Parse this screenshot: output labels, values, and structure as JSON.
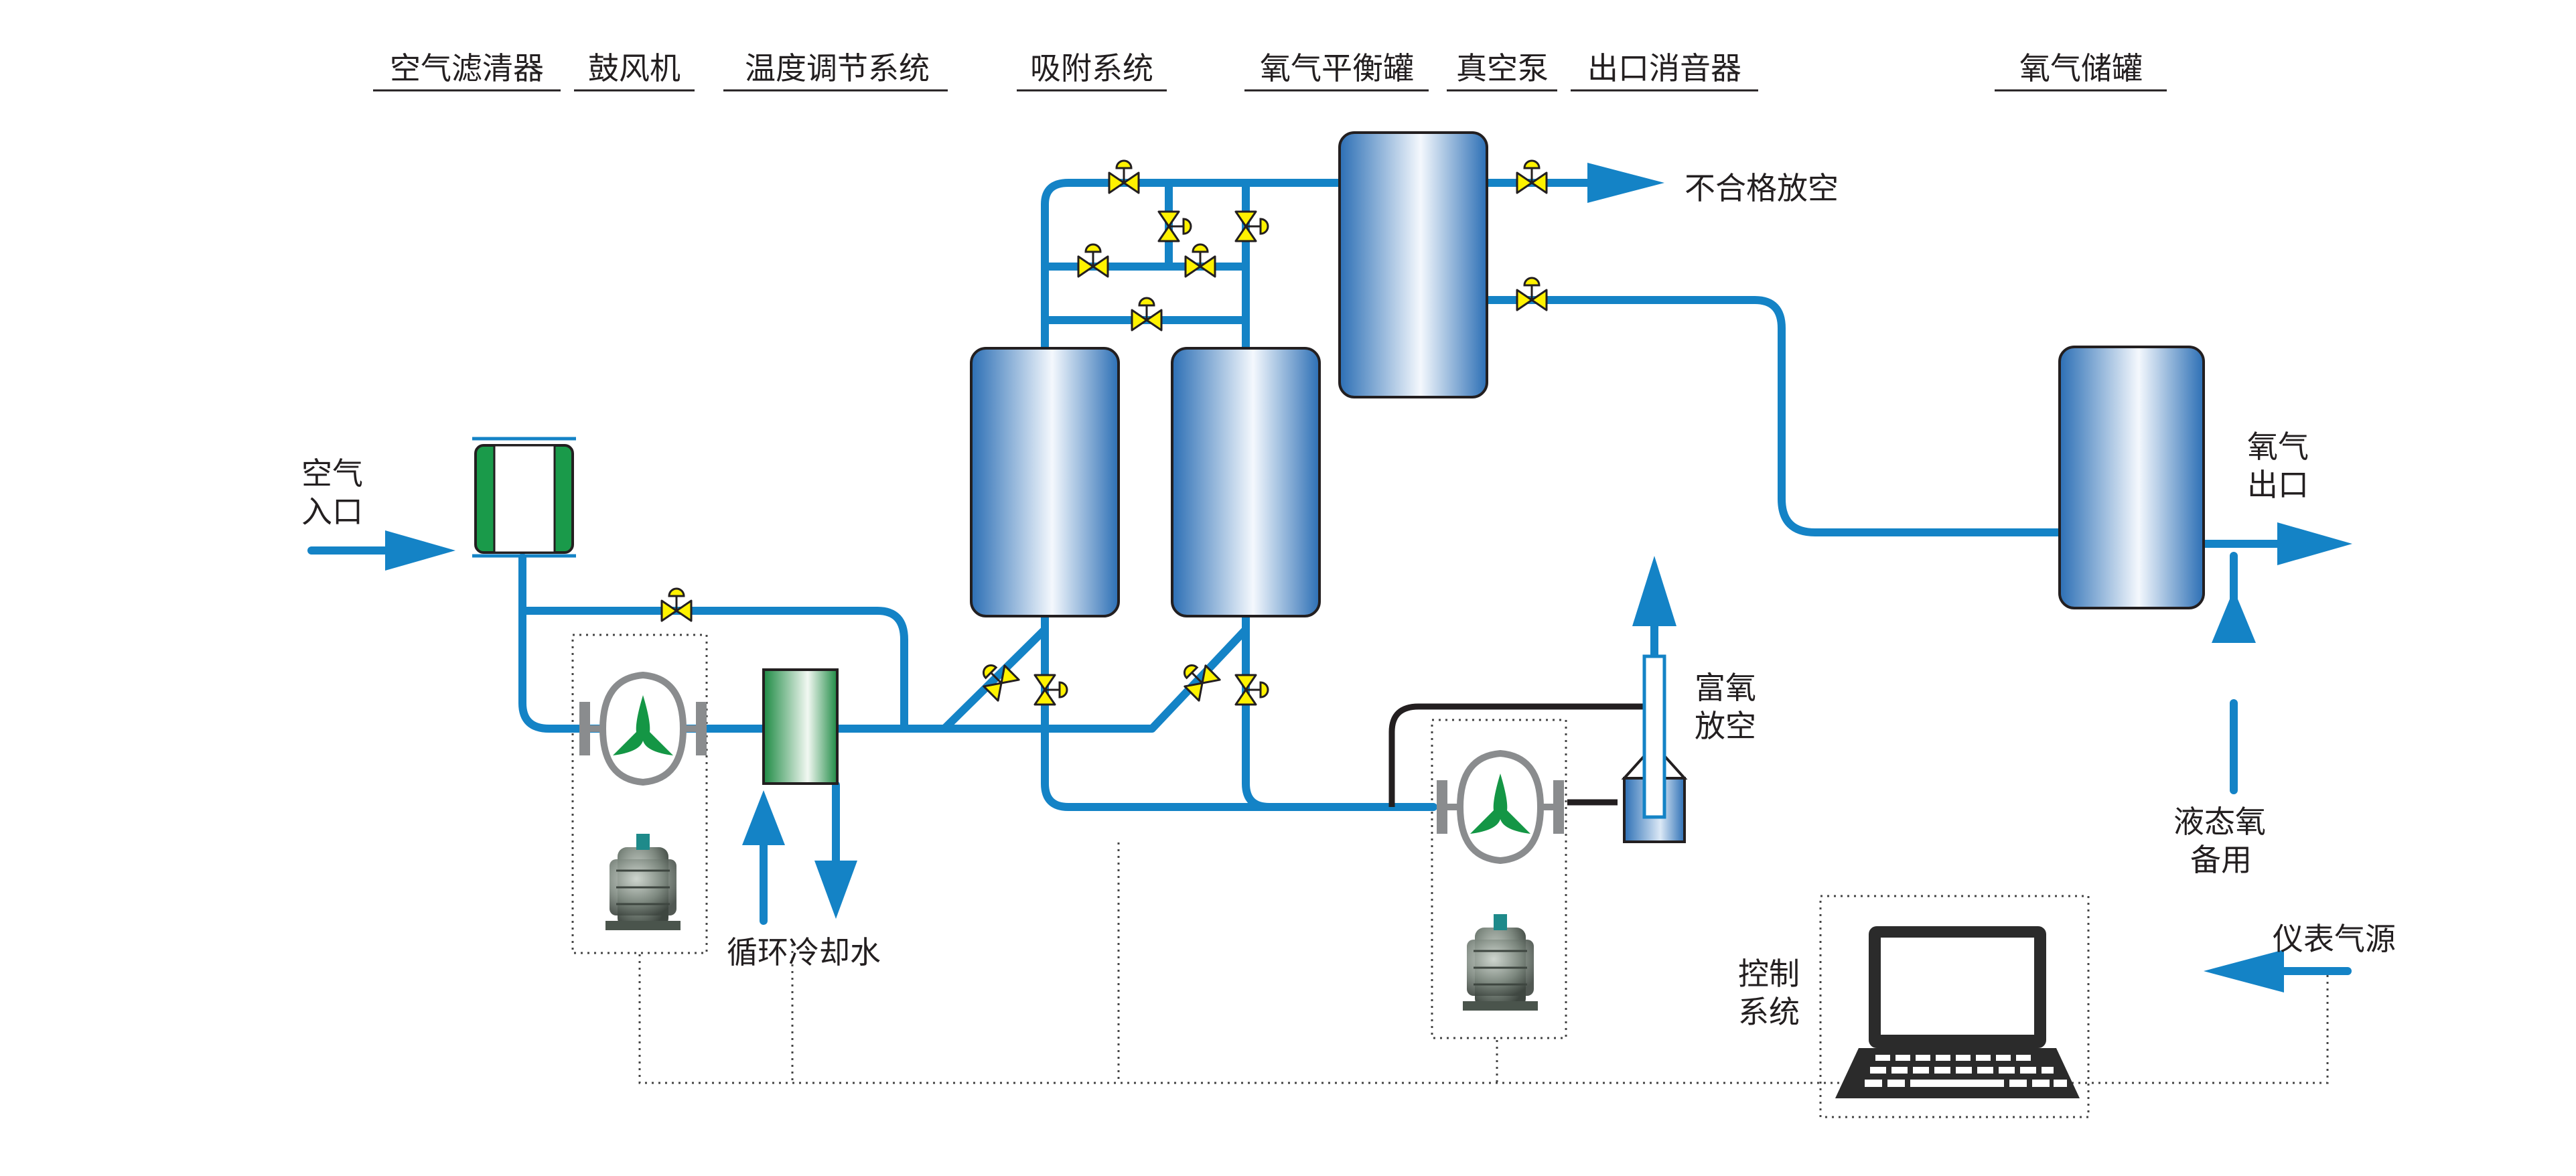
{
  "header_labels": [
    {
      "id": "air-filter",
      "text": "空气滤清器"
    },
    {
      "id": "blower",
      "text": "鼓风机"
    },
    {
      "id": "temp-control",
      "text": "温度调节系统"
    },
    {
      "id": "adsorption",
      "text": "吸附系统"
    },
    {
      "id": "o2-balance-tank",
      "text": "氧气平衡罐"
    },
    {
      "id": "vacuum-pump",
      "text": "真空泵"
    },
    {
      "id": "outlet-silencer",
      "text": "出口消音器"
    },
    {
      "id": "o2-storage-tank",
      "text": "氧气储罐"
    }
  ],
  "labels": {
    "air_inlet": [
      "空气",
      "入口"
    ],
    "unqualified_vent": "不合格放空",
    "oxygen_outlet": [
      "氧气",
      "出口"
    ],
    "o2_rich_vent": [
      "富氧",
      "放空"
    ],
    "cooling_water": "循环冷却水",
    "liquid_oxygen_backup": [
      "液态氧",
      "备用"
    ],
    "instrument_air": "仪表气源",
    "control_system": [
      "控制",
      "系统"
    ]
  },
  "colors": {
    "pipe": "#1483c6",
    "valve": "#fff200",
    "tank_edge": "#2c6fb5",
    "tank_highlight": "#f4f8fd",
    "filter_green": "#1a9a4a",
    "impeller_green": "#149645",
    "cable": "#231f20",
    "dotted": "#444444"
  },
  "icons": [
    "flow-arrow-icon",
    "valve-icon",
    "blower-icon",
    "motor-icon",
    "laptop-icon",
    "silencer-icon",
    "heat-exchanger-icon",
    "air-filter-icon"
  ]
}
